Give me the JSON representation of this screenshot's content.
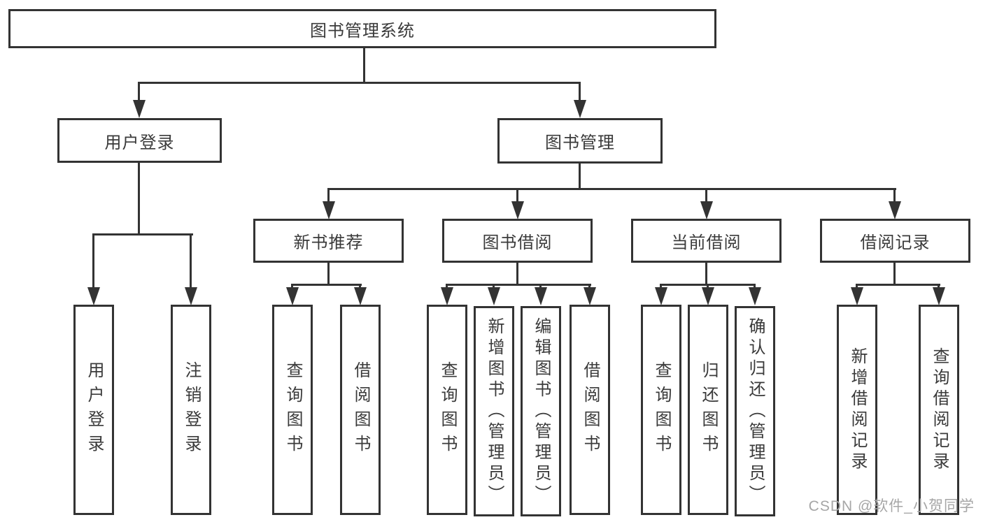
{
  "nodes": {
    "root": "图书管理系统",
    "user_login": "用户登录",
    "book_mgmt": "图书管理",
    "new_book_rec": "新书推荐",
    "book_borrow": "图书借阅",
    "current_borrow": "当前借阅",
    "borrow_records": "借阅记录",
    "leaf_login": "用户登录",
    "leaf_logout": "注销登录",
    "nbr_query_books": "查询图书",
    "nbr_borrow_books": "借阅图书",
    "bb_query_books": "查询图书",
    "bb_add_books": "新增图书（管理员）",
    "bb_edit_books": "编辑图书（管理员）",
    "bb_borrow_books": "借阅图书",
    "cb_query_books": "查询图书",
    "cb_return_books": "归还图书",
    "cb_confirm_return": "确认归还（管理员）",
    "br_add_record": "新增借阅记录",
    "br_query_record": "查询借阅记录"
  },
  "watermark": "CSDN @软件_小贺同学",
  "colors": {
    "line": "#333333",
    "text": "#3a3a3a",
    "background": "#ffffff",
    "watermark": "#a6a6a6"
  }
}
